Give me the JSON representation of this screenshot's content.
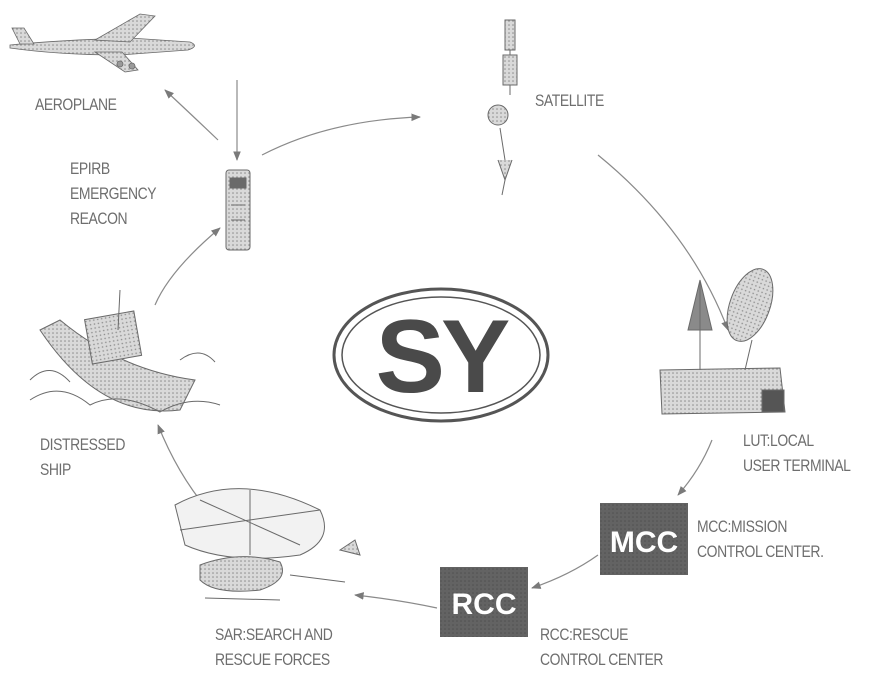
{
  "center_logo": {
    "text": "SY"
  },
  "nodes": {
    "aeroplane": {
      "icon": "aeroplane-icon",
      "label": "AEROPLANE"
    },
    "satellite": {
      "icon": "satellite-icon",
      "label": "SATELLITE"
    },
    "epirb": {
      "icon": "beacon-icon",
      "line1": "EPIRB",
      "line2": "EMERGENCY",
      "line3": "REACON"
    },
    "lut": {
      "icon": "ground-station-icon",
      "line1": "LUT:LOCAL",
      "line2": "USER TERMINAL"
    },
    "mcc": {
      "badge": "MCC",
      "line1": "MCC:MISSION",
      "line2": "CONTROL CENTER."
    },
    "rcc": {
      "badge": "RCC",
      "line1": "RCC:RESCUE",
      "line2": "CONTROL CENTER"
    },
    "sar": {
      "icon": "helicopter-icon",
      "line1": "SAR:SEARCH AND",
      "line2": "RESCUE FORCES"
    },
    "ship": {
      "icon": "ship-icon",
      "line1": "DISTRESSED",
      "line2": "SHIP"
    }
  },
  "colors": {
    "badge_bg": "#3c3c3c",
    "text": "#6e6e6e",
    "line": "#8a8a8a",
    "logo_fill": "#4a4a4a"
  }
}
